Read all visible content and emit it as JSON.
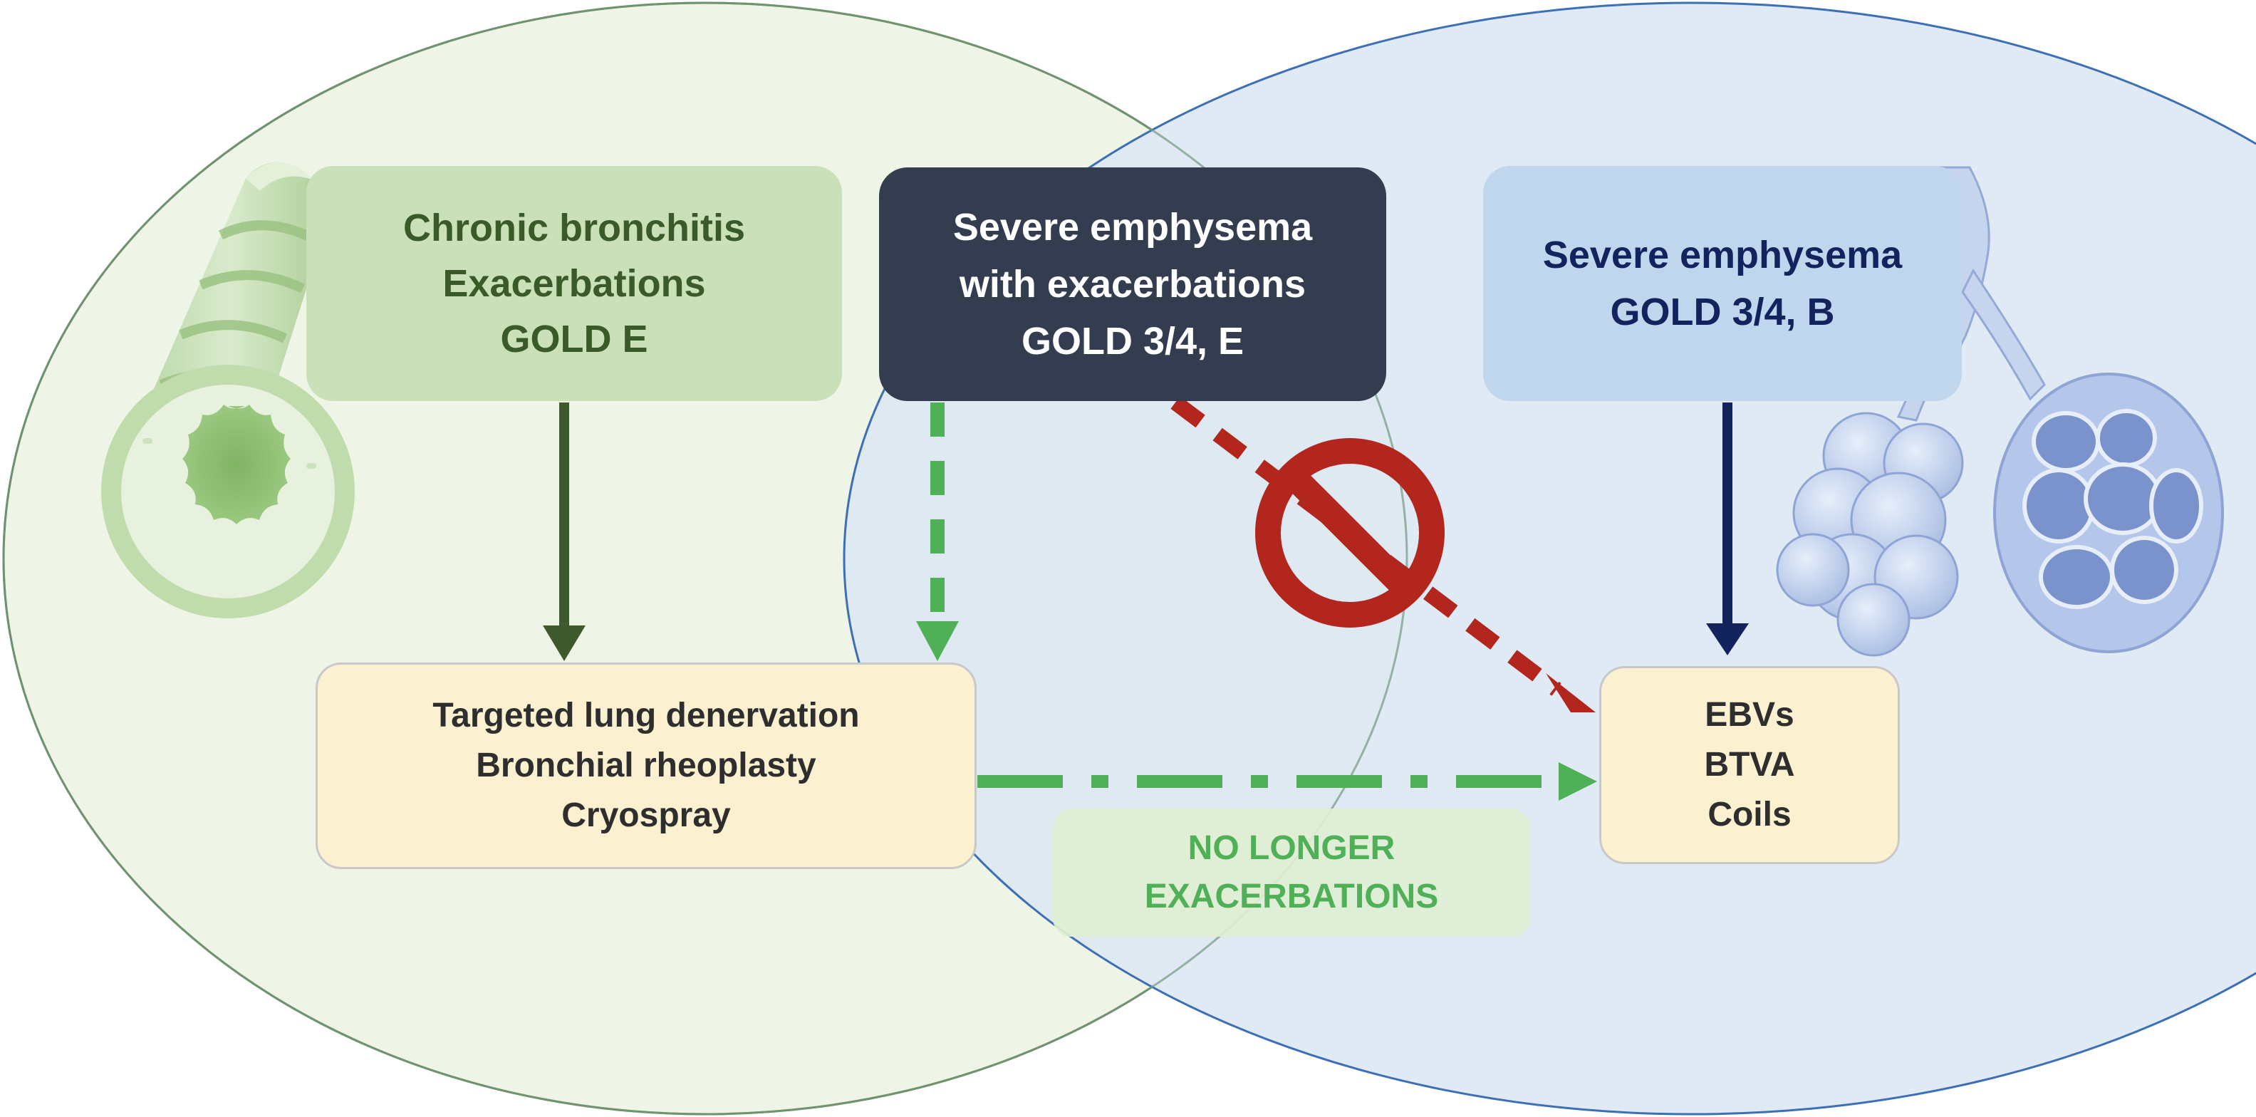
{
  "colors": {
    "left_circle_fill": "#eef5e6",
    "left_circle_stroke": "#4e7a32",
    "right_circle_fill": "#dde8f3",
    "right_circle_stroke": "#3c6fb5",
    "dark_green_arrow": "#3e5a2c",
    "navy_arrow": "#13235e",
    "green_dashed_arrow": "#4fb058",
    "red_dashed_arrow": "#b3261e",
    "prohibit_sign": "#b3261e"
  },
  "boxes": {
    "chronic_bronchitis": {
      "lines": [
        "Chronic bronchitis",
        "Exacerbations",
        "GOLD E"
      ]
    },
    "severe_emphysema_exacerbations": {
      "lines": [
        "Severe emphysema",
        "with exacerbations",
        "GOLD 3/4, E"
      ]
    },
    "severe_emphysema_b": {
      "lines": [
        "Severe emphysema",
        "GOLD 3/4, B"
      ]
    },
    "airway_treatments": {
      "lines": [
        "Targeted lung denervation",
        "Bronchial rheoplasty",
        "Cryospray"
      ]
    },
    "volume_reduction": {
      "lines": [
        "EBVs",
        "BTVA",
        "Coils"
      ]
    },
    "no_longer": {
      "lines": [
        "NO LONGER",
        "EXACERBATIONS"
      ]
    }
  },
  "icons": {
    "left_illustration": "bronchus-tube-icon",
    "right_illustration": "alveoli-cluster-icon",
    "blocked_path": "prohibition-sign-icon"
  }
}
